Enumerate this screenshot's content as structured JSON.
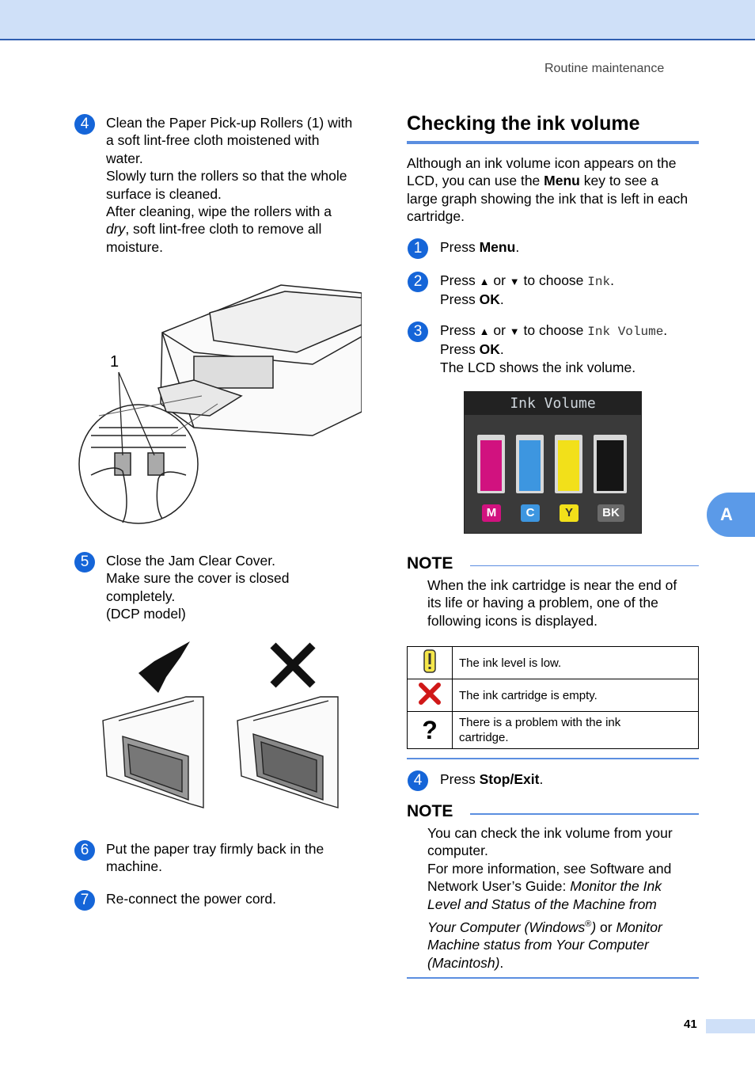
{
  "header": {
    "section": "Routine maintenance"
  },
  "left": {
    "step4": {
      "num": "4",
      "l1": "Clean the Paper Pick-up Rollers (1) with",
      "l2": "a soft lint-free cloth moistened with",
      "l3": "water.",
      "l4": "Slowly turn the rollers so that the whole",
      "l5": "surface is cleaned.",
      "l6": "After cleaning, wipe the rollers with a",
      "l7a": "dry",
      "l7b": ", soft lint-free cloth to remove all",
      "l8": "moisture."
    },
    "callout": "1",
    "step5": {
      "num": "5",
      "l1": "Close the Jam Clear Cover.",
      "l2": "Make sure the cover is closed",
      "l3": "completely.",
      "l4": "(DCP model)"
    },
    "step6": {
      "num": "6",
      "l1": "Put the paper tray firmly back in the",
      "l2": "machine."
    },
    "step7": {
      "num": "7",
      "l1": "Re-connect the power cord."
    }
  },
  "right": {
    "title": "Checking the ink volume",
    "intro": {
      "l1": "Although an ink volume icon appears on the",
      "l2a": "LCD, you can use the ",
      "l2b": "Menu",
      "l2c": " key to see a",
      "l3": "large graph showing the ink that is left in each",
      "l4": "cartridge."
    },
    "s1": {
      "num": "1",
      "a": "Press ",
      "b": "Menu",
      "c": "."
    },
    "s2": {
      "num": "2",
      "a": "Press ",
      "up": "▲",
      "or": " or ",
      "down": "▼",
      "choose": " to choose ",
      "code": "Ink",
      "dot": ".",
      "p2a": "Press ",
      "p2b": "OK",
      "p2c": "."
    },
    "s3": {
      "num": "3",
      "a": "Press ",
      "up": "▲",
      "or": " or ",
      "down": "▼",
      "choose": " to choose ",
      "code": "Ink Volume",
      "dot": ".",
      "p2a": "Press ",
      "p2b": "OK",
      "p2c": ".",
      "p3": "The LCD shows the ink volume."
    },
    "lcd": {
      "title": "Ink Volume",
      "tanks": [
        {
          "label": "M",
          "color": "#d1127f"
        },
        {
          "label": "C",
          "color": "#3d96e0"
        },
        {
          "label": "Y",
          "color": "#f2e01a"
        },
        {
          "label": "BK",
          "color": "#151515"
        }
      ]
    },
    "note1": {
      "head": "NOTE",
      "l1": "When the ink cartridge is near the end of",
      "l2": "its life or having a problem, one of the",
      "l3": "following icons is displayed."
    },
    "table": {
      "r1": "The ink level is low.",
      "r2": "The ink cartridge is empty.",
      "r3a": "There is a problem with the ink",
      "r3b": "cartridge."
    },
    "s4": {
      "num": "4",
      "a": "Press ",
      "b": "Stop/Exit",
      "c": "."
    },
    "note2": {
      "head": "NOTE",
      "l1": "You can check the ink volume from your",
      "l2": "computer.",
      "l3": "For more information, see Software and",
      "l4a": "Network User’s Guide: ",
      "l4b": "Monitor the Ink",
      "l5": "Level and Status of the Machine from",
      "l6a": "Your Computer (Windows",
      "l6reg": "®",
      "l6b": ")",
      "l6c": " or ",
      "l6d": "Monitor",
      "l7": "Machine status from Your Computer",
      "l8": "(Macintosh)",
      "l8dot": "."
    }
  },
  "sidetab": "A",
  "page_number": "41",
  "colors": {
    "accent": "#1565d8",
    "rule": "#5b8ee0",
    "band": "#cfe0f8"
  }
}
